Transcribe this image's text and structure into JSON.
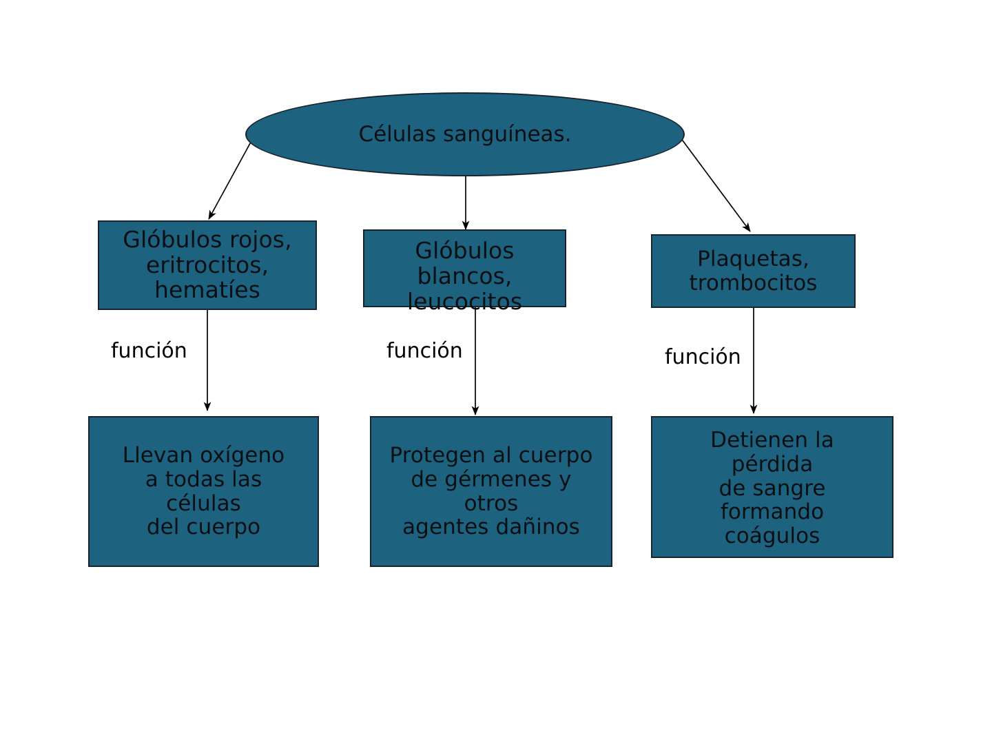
{
  "diagram": {
    "title": "Células sanguíneas",
    "type": "concept-map",
    "colors": {
      "node_fill": "#1d6380",
      "node_border": "#17242f",
      "text": "#0a0f14",
      "background": "#ffffff",
      "edge": "#000000"
    },
    "root": {
      "id": "root",
      "shape": "ellipse",
      "label": "Células sanguíneas."
    },
    "categories": [
      {
        "id": "red",
        "shape": "rectangle",
        "label": "Glóbulos rojos,\neritrocitos,\nhematíes",
        "edge_label": "función",
        "function": {
          "id": "red-function",
          "shape": "rectangle",
          "label": "Llevan oxígeno\na todas las\ncélulas\ndel cuerpo"
        }
      },
      {
        "id": "white",
        "shape": "rectangle",
        "label": "Glóbulos\nblancos,\nleucocitos",
        "edge_label": "función",
        "function": {
          "id": "white-function",
          "shape": "rectangle",
          "label": "Protegen al cuerpo\nde gérmenes y\notros\nagentes dañinos"
        }
      },
      {
        "id": "platelets",
        "shape": "rectangle",
        "label": "Plaquetas,\ntrombocitos",
        "edge_label": "función",
        "function": {
          "id": "platelets-function",
          "shape": "rectangle",
          "label": "Detienen la\npérdida\nde sangre\nformando\ncoágulos"
        }
      }
    ]
  }
}
